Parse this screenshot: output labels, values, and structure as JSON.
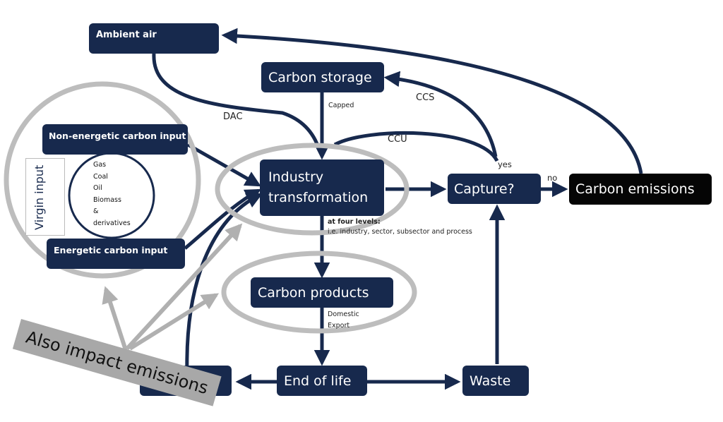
{
  "nodes": {
    "ambient_air": "Ambient air",
    "carbon_storage": "Carbon storage",
    "non_energetic": "Non-energetic carbon input",
    "energetic": "Energetic carbon input",
    "industry_line1": "Industry",
    "industry_line2": "transformation",
    "capture": "Capture?",
    "carbon_emissions": "Carbon emissions",
    "carbon_products": "Carbon products",
    "end_of_life": "End of life",
    "waste": "Waste"
  },
  "virgin_input": {
    "label": "Virgin input",
    "sources": [
      "Gas",
      "Coal",
      "Oil",
      "Biomass",
      "&",
      "derivatives"
    ]
  },
  "edge_labels": {
    "dac": "DAC",
    "capped": "Capped",
    "ccs": "CCS",
    "ccu": "CCU",
    "yes": "yes",
    "no": "no",
    "four_levels_title": "at four levels:",
    "four_levels_detail": "i.e. industry, sector, subsector and process",
    "domestic": "Domestic",
    "export": "Export"
  },
  "callout": "Also impact emissions",
  "colors": {
    "node": "#17294d",
    "emissions": "#050505",
    "highlight": "#bdbdbd",
    "callout": "#a8a8a8"
  }
}
